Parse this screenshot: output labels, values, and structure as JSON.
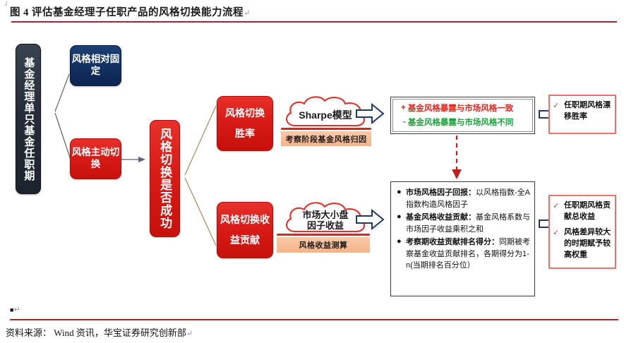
{
  "header": {
    "mark": "┘",
    "figure_title": "图 4   评估基金经理子任职产品的风格切换能力流程",
    "pilcrow": "↵"
  },
  "footer": {
    "body_marker": "■",
    "source_note": "资料来源： Wind 资讯，华宝证券研究创新部",
    "pilcrow": "↵"
  },
  "colors": {
    "accent_rule": "#9c2a2a",
    "dark_box": "#262d38",
    "navy_box": "#123163",
    "red_box": "#d81b16",
    "ribbon": "#f5b489",
    "positive_text": "#e8251c",
    "negative_text": "#19a33b",
    "card_border": "#e8726c",
    "connector": "#b98a63",
    "arrow_outline": "#1f3864"
  },
  "diagram": {
    "start_node": {
      "label": "基金经理单只基金任职期"
    },
    "branch_fixed": {
      "label": "风格相对固定"
    },
    "branch_active": {
      "label": "风格主动切换"
    },
    "center_node": {
      "label": "风格切换是否成功"
    },
    "track_winrate": {
      "node_label_line1": "风格切换",
      "node_label_line2": "胜率",
      "cloud_label": "Sharpe模型",
      "ribbon_label": "考察阶段基金风格归因",
      "criteria": [
        {
          "sign": "+",
          "text": "基金风格暴露与市场风格一致",
          "polarity": "positive"
        },
        {
          "sign": "-",
          "text": "基金风格暴露与市场风格不同",
          "polarity": "negative"
        }
      ],
      "outcomes": [
        {
          "check": "✓",
          "text": "任职期风格漂移胜率"
        }
      ]
    },
    "track_return": {
      "node_label_line1": "风格切换收",
      "node_label_line2": "益贡献",
      "cloud_label_line1": "市场大小盘",
      "cloud_label_line2": "因子收益",
      "ribbon_label": "风格收益测算",
      "bullets": [
        {
          "bold": "市场风格因子回报：",
          "rest": "以风格指数-全A指数构造风格因子"
        },
        {
          "bold": "基金风格收益贡献：",
          "rest": "基金风格系数与市场因子收益乘积之和"
        },
        {
          "bold": "考察期收益贡献排名得分：",
          "rest": "同期被考察基金收益贡献排名，各期得分为1-n(当期排名百分位）"
        }
      ],
      "outcomes": [
        {
          "check": "✓",
          "text": "任职期风格贡献总收益"
        },
        {
          "check": "✓",
          "text": "风格差异较大的时期赋予较高权重"
        }
      ]
    }
  }
}
